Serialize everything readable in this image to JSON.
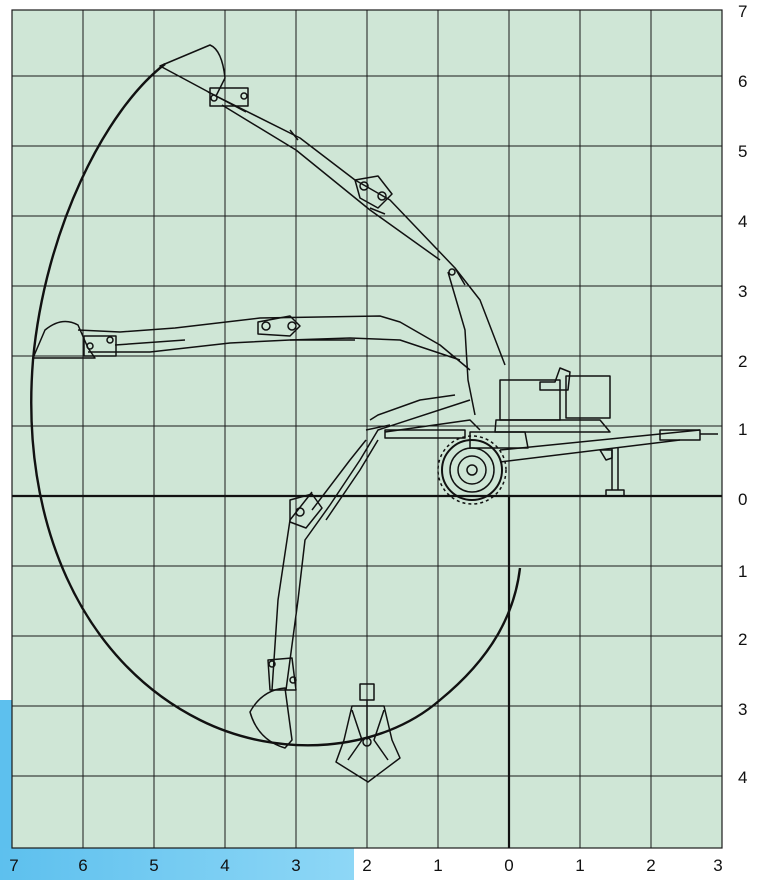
{
  "colors": {
    "plot_bg": "#cfe6d6",
    "grid": "#1a1a1a",
    "ink": "#111111",
    "accent_blue": "#5dc0ee"
  },
  "diagram": {
    "x_axis_ticks": [
      "7",
      "6",
      "5",
      "4",
      "3",
      "2",
      "1",
      "0",
      "1",
      "2",
      "3"
    ],
    "y_axis_ticks": [
      "7",
      "6",
      "5",
      "4",
      "3",
      "2",
      "1",
      "0",
      "1",
      "2",
      "3",
      "4"
    ],
    "equipment": [
      "excavator-arm-high",
      "excavator-arm-horizontal",
      "excavator-arm-deep",
      "clamshell-bucket",
      "wheel",
      "stabilizer-leg",
      "operator-seat",
      "reach-envelope"
    ]
  }
}
